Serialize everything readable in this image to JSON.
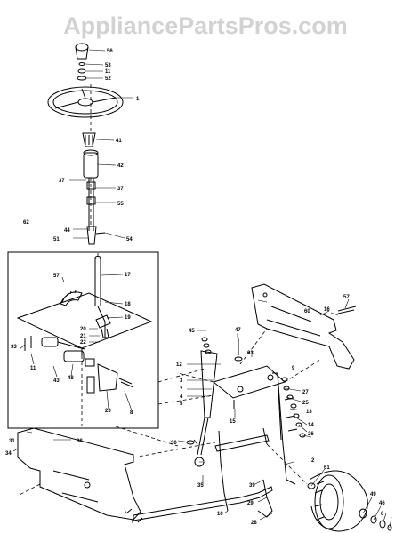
{
  "watermark": "AppliancePartsPros.com",
  "labels": {
    "l56": "56",
    "l53": "53",
    "l11": "11",
    "l52": "52",
    "l1": "1",
    "l41": "41",
    "l42": "42",
    "l37a": "37",
    "l37b": "37",
    "l55": "55",
    "l62": "62",
    "l44": "44",
    "l51": "51",
    "l54": "54",
    "l57a": "57",
    "l17": "17",
    "l18": "18",
    "l19": "19",
    "l20": "20",
    "l21": "21",
    "l22": "22",
    "l33": "33",
    "l11b": "11",
    "l48": "48",
    "l43": "43",
    "l23": "23",
    "l8": "8",
    "l45": "45",
    "l47": "47",
    "l12": "12",
    "l3": "3",
    "l7": "7",
    "l4": "4",
    "l5": "5",
    "l15": "15",
    "l63": "63",
    "l57b": "57",
    "l60": "60",
    "l16": "16",
    "l9": "9",
    "l27": "27",
    "l25": "25",
    "l13": "13",
    "l14": "14",
    "l26": "26",
    "l2": "2",
    "l30": "30",
    "l10": "10",
    "l31": "31",
    "l38": "38",
    "l34": "34",
    "l35": "35",
    "l61": "61",
    "l49": "49",
    "l46": "46",
    "l39": "39",
    "l29": "29",
    "l28": "28",
    "l6": "6"
  }
}
